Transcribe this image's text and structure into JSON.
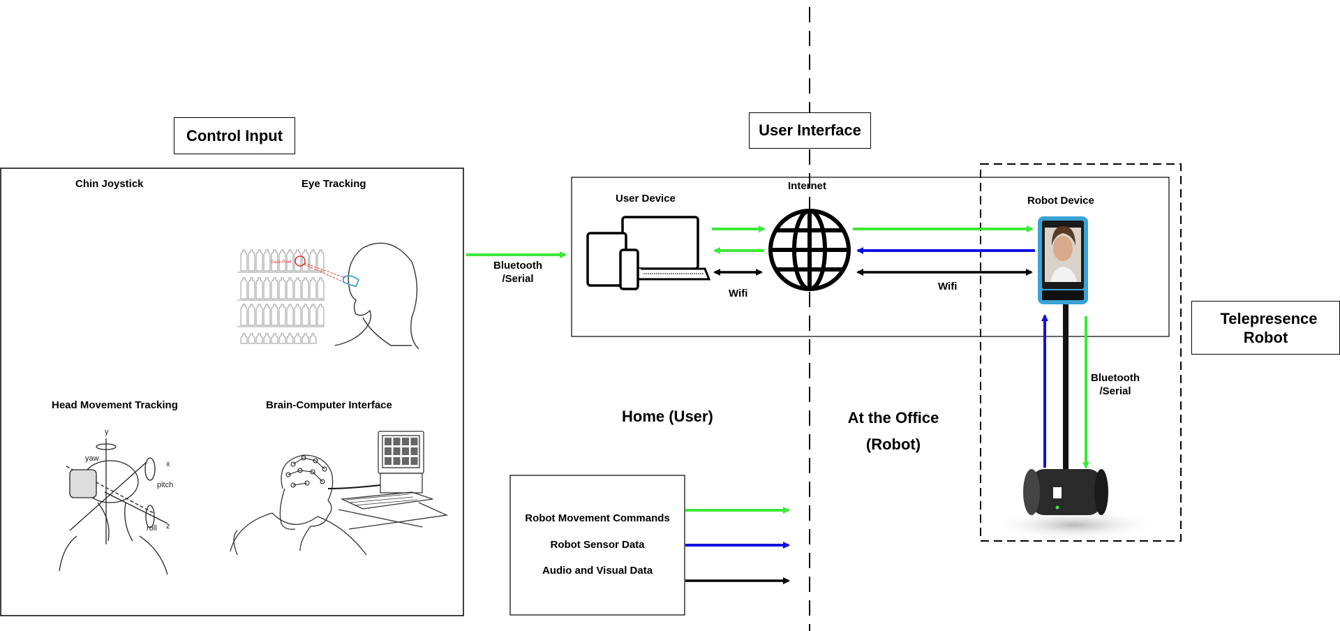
{
  "control_input": {
    "title": "Control Input",
    "quadrants": {
      "chin_joystick": "Chin Joystick",
      "eye_tracking": "Eye Tracking",
      "head_movement": "Head Movement Tracking",
      "bci": "Brain-Computer Interface"
    },
    "eye_tracking_annotation": "Gaze Point",
    "head_axes": {
      "x": "x",
      "y": "y",
      "z": "z",
      "yaw": "yaw",
      "pitch": "pitch",
      "roll": "roll"
    }
  },
  "links": {
    "input_to_device": "Bluetooth /Serial",
    "device_to_internet": "Wifi",
    "internet_to_robot": "Wifi",
    "robot_to_base": "Bluetooth /Serial"
  },
  "user_interface": {
    "title": "User Interface",
    "user_device": "User Device",
    "internet": "Internet",
    "robot_device": "Robot Device"
  },
  "telepresence_robot": {
    "title": "Telepresence Robot"
  },
  "zones": {
    "home": "Home (User)",
    "office": "At the Office (Robot)"
  },
  "legend": {
    "items": [
      {
        "label": "Robot Movement Commands",
        "color": "#3ee83a"
      },
      {
        "label": "Robot Sensor Data",
        "color": "#1010e0"
      },
      {
        "label": "Audio and Visual Data",
        "color": "#000000"
      }
    ]
  },
  "colors": {
    "movement": "#3ee83a",
    "sensor": "#1010e0",
    "av": "#000000"
  }
}
